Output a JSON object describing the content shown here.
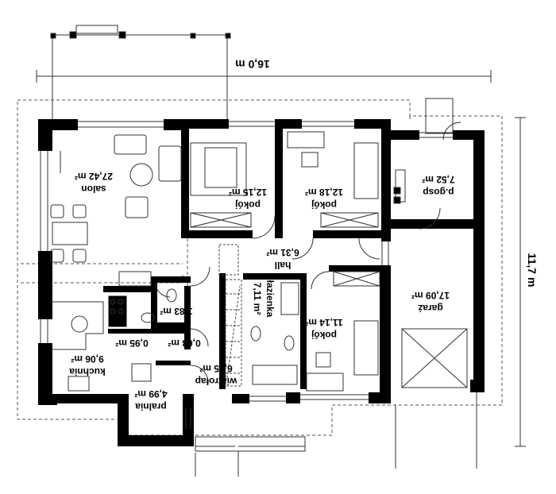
{
  "dimensions": {
    "width": "16,0 m",
    "depth": "11,7 m"
  },
  "rooms": {
    "salon": {
      "name": "salon",
      "area": "27,42 m²"
    },
    "pokoj1": {
      "name": "pokój",
      "area": "12,15 m²"
    },
    "pokoj2": {
      "name": "pokój",
      "area": "12,18 m²"
    },
    "pgosp": {
      "name": "p.gosp",
      "area": "7,52 m²"
    },
    "hall": {
      "name": "hall",
      "area": "6,31 m²"
    },
    "lazienka": {
      "name": "łazienka",
      "area": "7,11 m²"
    },
    "garaz": {
      "name": "garaż",
      "area": "17,09 m²"
    },
    "pokoj3": {
      "name": "pokój",
      "area": "11,14 m²"
    },
    "room183": {
      "name": "",
      "area": "1,83 m²"
    },
    "room095": {
      "name": "",
      "area": "0,95 m²"
    },
    "room063": {
      "name": "",
      "area": "0,63 m²"
    },
    "wiatrolap": {
      "name": "wiatrołap",
      "area": "6,45 m²"
    },
    "kuchnia": {
      "name": "kuchnia",
      "area": "9,06 m²"
    },
    "pralnia": {
      "name": "pralnia",
      "area": "4,99 m²"
    }
  },
  "colors": {
    "wall": "#000000",
    "line": "#333333",
    "dashed": "#555555"
  }
}
